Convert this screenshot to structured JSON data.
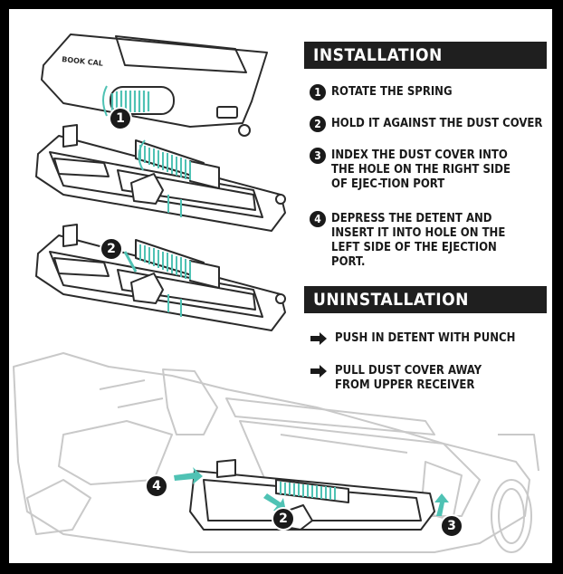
{
  "installation": {
    "heading": "INSTALLATION",
    "steps": [
      {
        "number": "1",
        "text": "ROTATE THE SPRING"
      },
      {
        "number": "2",
        "text": "HOLD IT AGAINST THE DUST COVER"
      },
      {
        "number": "3",
        "text": "INDEX THE DUST COVER INTO THE HOLE ON THE RIGHT SIDE OF EJEC-TION PORT"
      },
      {
        "number": "4",
        "text": "DEPRESS THE DETENT AND INSERT IT INTO HOLE ON THE LEFT SIDE OF THE EJECTION PORT."
      }
    ]
  },
  "uninstallation": {
    "heading": "UNINSTALLATION",
    "steps": [
      {
        "icon": "arrow-right-icon",
        "text": "PUSH IN DETENT WITH PUNCH"
      },
      {
        "icon": "arrow-right-icon",
        "text": "PULL DUST COVER AWAY FROM UPPER RECEIVER"
      }
    ]
  },
  "illustration": {
    "brand_text": "BOOK CAL",
    "callouts": [
      "1",
      "2",
      "4",
      "2",
      "3"
    ]
  },
  "colors": {
    "accent": "#4fc2b4",
    "dark": "#1f1f1f",
    "line": "#2b2b2b",
    "ghost": "#c9c9c9"
  }
}
